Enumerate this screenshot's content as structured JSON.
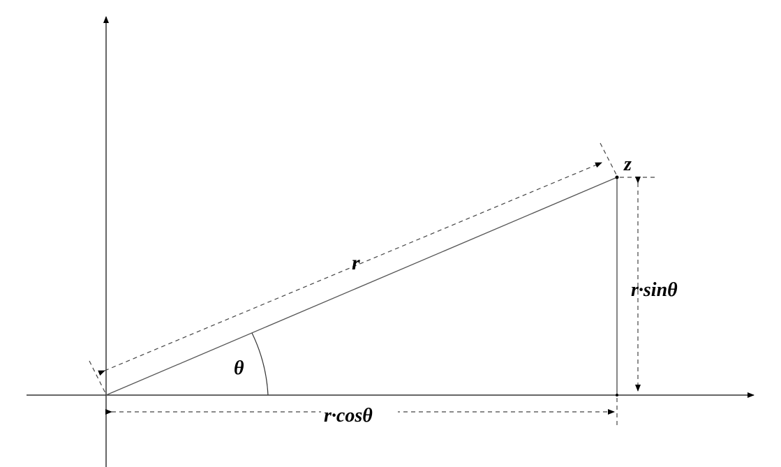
{
  "labels": {
    "point": "z",
    "radius": "r",
    "angle": "θ",
    "vertical": "r·sinθ",
    "horizontal": "r·cosθ"
  },
  "colors": {
    "line": "#333333",
    "dash": "#444444"
  }
}
